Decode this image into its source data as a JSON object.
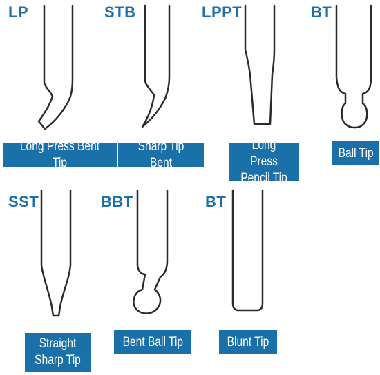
{
  "tips": [
    {
      "code": "LP",
      "label": "Long Press Bent Tip"
    },
    {
      "code": "STB",
      "label": "Sharp Tip Bent"
    },
    {
      "code": "LPPT",
      "label": "Long Press Pencil Tip"
    },
    {
      "code": "BT",
      "label": "Ball Tip"
    },
    {
      "code": "SST",
      "label": "Straight Sharp Tip"
    },
    {
      "code": "BBT",
      "label": "Bent Ball Tip"
    },
    {
      "code": "BT",
      "label": "Blunt Tip"
    }
  ],
  "colors": {
    "code_text": "#1d6fa8",
    "label_bg": "#1a70a8",
    "label_text": "#ffffff",
    "outline": "#2b2b2b"
  }
}
